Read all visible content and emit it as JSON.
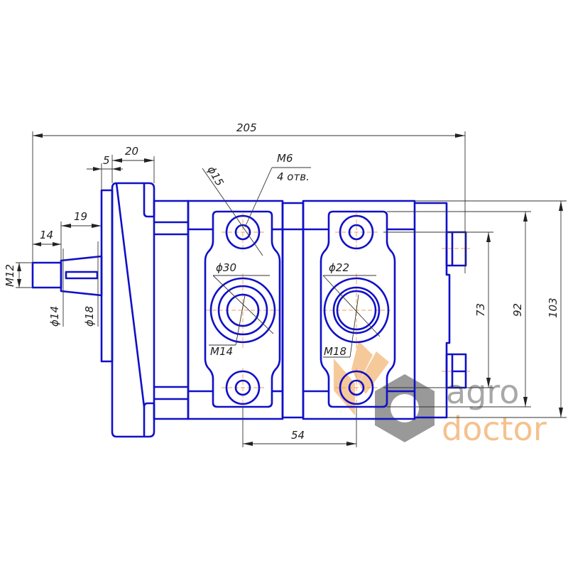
{
  "drawing": {
    "dimensions": {
      "overall_length": "205",
      "flange_offset": "5",
      "flange_width": "20",
      "shaft_length": "19",
      "thread_length": "14",
      "thread": "M12",
      "shaft_dia_small": "ϕ14",
      "shaft_dia_large": "ϕ18",
      "hole_dia": "ϕ15",
      "bolt_thread": "M6",
      "bolt_count": "4 отв.",
      "inlet_dia": "ϕ30",
      "inlet_thread": "M14",
      "outlet_dia": "ϕ22",
      "outlet_thread": "M18",
      "port_spacing": "54",
      "bolt_spacing": "73",
      "pad_height": "92",
      "body_height": "103"
    }
  },
  "watermark": {
    "line1": "agro",
    "line2": "doctor"
  },
  "colors": {
    "outline": "#1010c8",
    "centerline": "#f0a050",
    "dimension": "#333333"
  }
}
